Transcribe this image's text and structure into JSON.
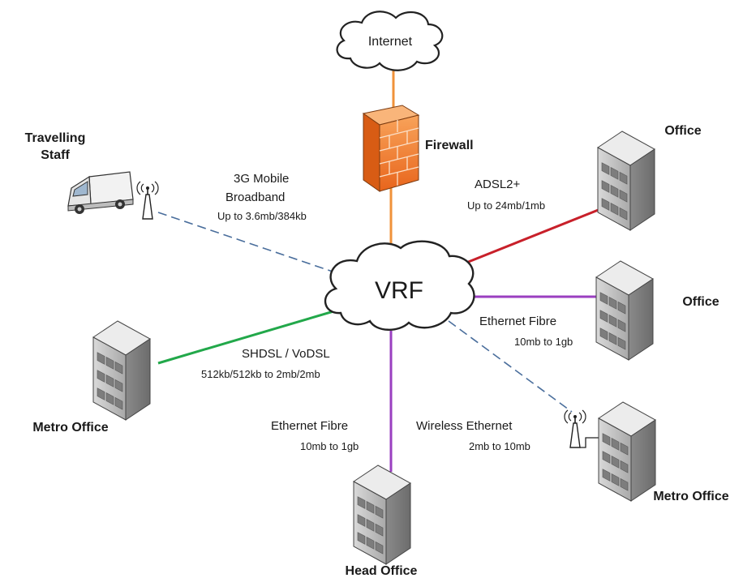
{
  "colors": {
    "internet_link": "#f0923a",
    "adsl_link": "#c8202a",
    "fibre_link": "#9a3fc0",
    "shdsl_link": "#22a84a",
    "dashed_link": "#4a6e9c",
    "firewall": "#f07a2e"
  },
  "clouds": {
    "internet": "Internet",
    "vrf": "VRF"
  },
  "nodes": {
    "firewall": "Firewall",
    "travelling_staff": [
      "Travelling",
      "Staff"
    ],
    "office_top": "Office",
    "office_mid": "Office",
    "metro_office_left": "Metro Office",
    "metro_office_right": "Metro Office",
    "head_office": "Head Office"
  },
  "links": {
    "mobile": {
      "title": [
        "3G Mobile",
        "Broadband"
      ],
      "speed": "Up to 3.6mb/384kb"
    },
    "adsl": {
      "title": "ADSL2+",
      "speed": "Up to 24mb/1mb"
    },
    "fibre_office": {
      "title": "Ethernet Fibre",
      "speed": "10mb to 1gb"
    },
    "shdsl": {
      "title": "SHDSL / VoDSL",
      "speed": "512kb/512kb to 2mb/2mb"
    },
    "fibre_head": {
      "title": "Ethernet Fibre",
      "speed": "10mb to 1gb"
    },
    "wireless": {
      "title": "Wireless Ethernet",
      "speed": "2mb to 10mb"
    }
  },
  "icons": {
    "building": "office-building-icon",
    "antenna": "antenna-icon",
    "van": "van-icon",
    "firewall": "brick-firewall-icon",
    "cloud": "cloud-icon"
  }
}
